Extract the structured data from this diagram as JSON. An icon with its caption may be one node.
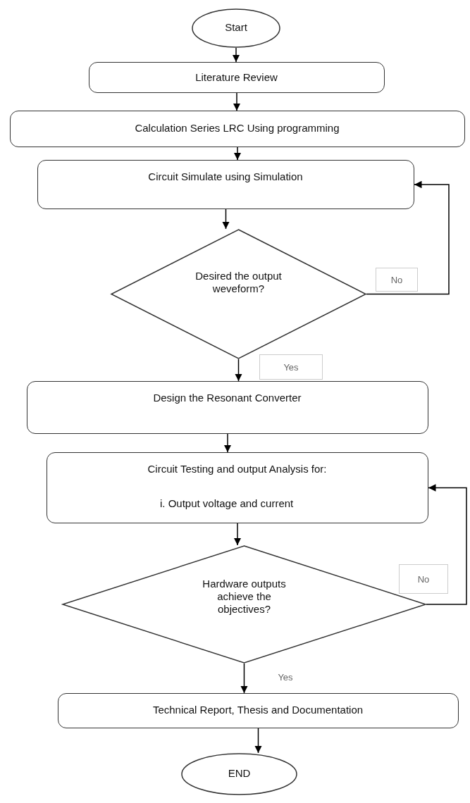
{
  "diagram": {
    "nodes": [
      {
        "text": [
          "Start"
        ]
      },
      {
        "text": [
          "Literature Review"
        ]
      },
      {
        "text": [
          "Calculation Series LRC Using programming"
        ]
      },
      {
        "text": [
          "Circuit Simulate using Simulation"
        ]
      },
      {
        "text": [
          "Desired the output weveform?"
        ]
      },
      {
        "text": [
          "Design the Resonant Converter"
        ]
      },
      {
        "text": [
          "Circuit Testing and output Analysis for:",
          "i. Output voltage and current"
        ]
      },
      {
        "text": [
          "Hardware outputs achieve the objectives?"
        ]
      },
      {
        "text": [
          "Technical Report, Thesis and Documentation"
        ]
      },
      {
        "text": [
          "END"
        ]
      }
    ],
    "edges": [
      {
        "from": 0,
        "to": 1,
        "arrow": "to"
      },
      {
        "from": 1,
        "to": 2,
        "arrow": "to"
      },
      {
        "from": 2,
        "to": 3,
        "arrow": "to"
      },
      {
        "from": 3,
        "to": 4,
        "arrow": "to"
      },
      {
        "from": 4,
        "to": 3,
        "arrow": "to",
        "label": "No"
      },
      {
        "from": 4,
        "to": 5,
        "arrow": "to",
        "label": "Yes"
      },
      {
        "from": 5,
        "to": 6,
        "arrow": "to"
      },
      {
        "from": 6,
        "to": 7,
        "arrow": "to"
      },
      {
        "from": 7,
        "to": 6,
        "arrow": "to",
        "label": "No"
      },
      {
        "from": 7,
        "to": 8,
        "arrow": "to",
        "label": "Yes"
      },
      {
        "from": 8,
        "to": 9,
        "arrow": "to"
      }
    ]
  }
}
